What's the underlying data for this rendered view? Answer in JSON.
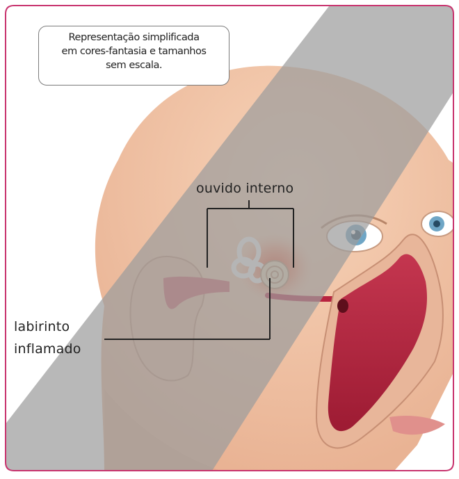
{
  "note": {
    "lines": [
      "Representação simplificada",
      "em cores-fantasia e tamanhos",
      "sem escala."
    ]
  },
  "labels": {
    "inner_ear": "ouvido interno",
    "labyrinth_line1": "labirinto",
    "labyrinth_line2": "inflamado"
  },
  "colors": {
    "frame": "#c8336e",
    "skin": "#f3c7a9",
    "overlay": "#a0a0a0",
    "mucosa": "#b8233f"
  }
}
